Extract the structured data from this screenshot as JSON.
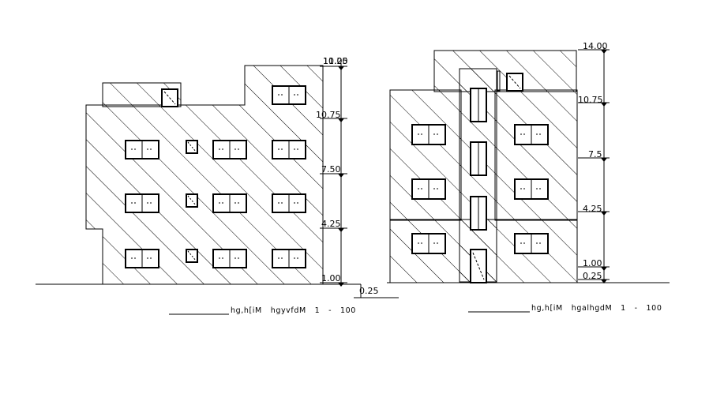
{
  "left_elevation": {
    "caption": "hg,h[iM   hgyvfdM   1   -   100",
    "levels": [
      "1.00",
      "4.25",
      "7.50",
      "10.75",
      "10.00",
      "11.25"
    ]
  },
  "right_elevation": {
    "caption": "hg,h[iM   hgalhgdM   1   -   100",
    "levels": [
      "0.25",
      "1.00",
      "4.25",
      "7.5",
      "10.75",
      "14.00"
    ]
  },
  "ground_step_label": "0.25"
}
